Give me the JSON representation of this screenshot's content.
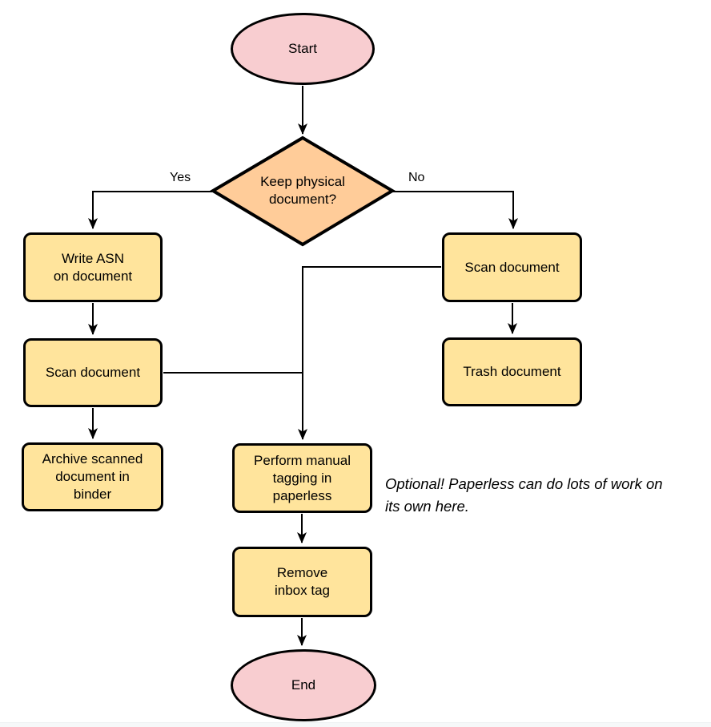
{
  "diagram": {
    "type": "flowchart",
    "colors": {
      "terminal_fill": "#f8cdd0",
      "decision_fill": "#ffcc99",
      "process_fill": "#ffe49c",
      "stroke": "#000000",
      "background": "#ffffff"
    },
    "nodes": {
      "start": {
        "shape": "ellipse",
        "label": "Start"
      },
      "decision": {
        "shape": "diamond",
        "label": "Keep physical\ndocument?"
      },
      "write_asn": {
        "shape": "process",
        "label": "Write ASN\non document"
      },
      "scan_left": {
        "shape": "process",
        "label": "Scan document"
      },
      "archive": {
        "shape": "process",
        "label": "Archive scanned\ndocument in\nbinder"
      },
      "scan_right": {
        "shape": "process",
        "label": "Scan document"
      },
      "trash": {
        "shape": "process",
        "label": "Trash document"
      },
      "tagging": {
        "shape": "process",
        "label": "Perform manual\ntagging in\npaperless"
      },
      "remove_inbox": {
        "shape": "process",
        "label": "Remove\ninbox tag"
      },
      "end": {
        "shape": "ellipse",
        "label": "End"
      }
    },
    "edge_labels": {
      "yes": "Yes",
      "no": "No"
    },
    "edges": [
      "start -> decision",
      "decision -Yes-> write_asn",
      "decision -No-> scan_right",
      "write_asn -> scan_left",
      "scan_left -> archive",
      "scan_left -> tagging",
      "scan_right -> trash",
      "scan_right -> tagging",
      "tagging -> remove_inbox",
      "remove_inbox -> end"
    ],
    "annotation": {
      "text": "Optional! Paperless can do lots of work on\nits own here."
    }
  }
}
